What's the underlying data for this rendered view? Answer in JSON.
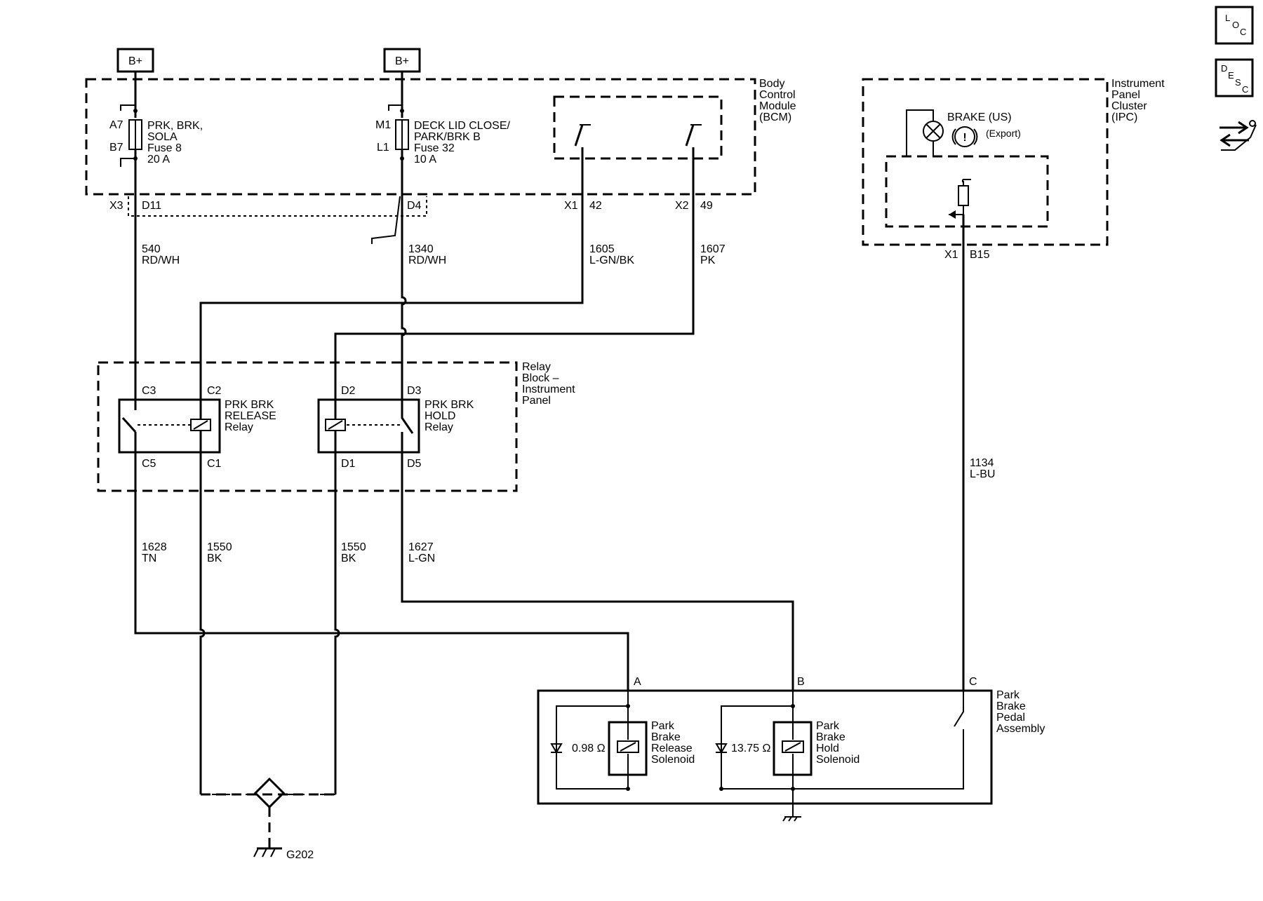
{
  "supply": {
    "b_plus_1": "B+",
    "b_plus_2": "B+"
  },
  "bcm": {
    "label": [
      "Body",
      "Control",
      "Module",
      "(BCM)"
    ],
    "fuse8": {
      "pin_in": "A7",
      "pin_out": "B7",
      "label": [
        "PRK, BRK,",
        "SOLA",
        "Fuse 8",
        "20 A"
      ]
    },
    "fuse32": {
      "pin_in": "M1",
      "pin_out": "L1",
      "label": [
        "DECK LID CLOSE/",
        "PARK/BRK B",
        "Fuse 32",
        "10 A"
      ]
    },
    "connectors": {
      "x3": "X3",
      "d11": "D11",
      "d4": "D4",
      "x1": "X1",
      "p42": "42",
      "x2": "X2",
      "p49": "49"
    }
  },
  "wires": {
    "w540": [
      "540",
      "RD/WH"
    ],
    "w1340": [
      "1340",
      "RD/WH"
    ],
    "w1605": [
      "1605",
      "L-GN/BK"
    ],
    "w1607": [
      "1607",
      "PK"
    ],
    "w1628": [
      "1628",
      "TN"
    ],
    "w1550a": [
      "1550",
      "BK"
    ],
    "w1550b": [
      "1550",
      "BK"
    ],
    "w1627": [
      "1627",
      "L-GN"
    ],
    "w1134": [
      "1134",
      "L-BU"
    ]
  },
  "relay_block": {
    "label": [
      "Relay",
      "Block –",
      "Instrument",
      "Panel"
    ],
    "release_relay": {
      "label": [
        "PRK BRK",
        "RELEASE",
        "Relay"
      ],
      "c3": "C3",
      "c2": "C2",
      "c5": "C5",
      "c1": "C1"
    },
    "hold_relay": {
      "label": [
        "PRK BRK",
        "HOLD",
        "Relay"
      ],
      "d2": "D2",
      "d3": "D3",
      "d1": "D1",
      "d5": "D5"
    }
  },
  "ipc": {
    "label": [
      "Instrument",
      "Panel",
      "Cluster",
      "(IPC)"
    ],
    "brake_us": "BRAKE (US)",
    "export": "(Export)",
    "x1": "X1",
    "b15": "B15"
  },
  "pedal": {
    "label": [
      "Park",
      "Brake",
      "Pedal",
      "Assembly"
    ],
    "pin_a": "A",
    "pin_b": "B",
    "pin_c": "C",
    "release_solenoid": {
      "resistance": "0.98 Ω",
      "label": [
        "Park",
        "Brake",
        "Release",
        "Solenoid"
      ]
    },
    "hold_solenoid": {
      "resistance": "13.75 Ω",
      "label": [
        "Park",
        "Brake",
        "Hold",
        "Solenoid"
      ]
    }
  },
  "ground": {
    "g202": "G202"
  },
  "side_buttons": {
    "loc": [
      "L",
      "O",
      "C"
    ],
    "desc": [
      "D",
      "E",
      "S",
      "C"
    ],
    "nav_icon": "navigation-arrows-icon"
  }
}
